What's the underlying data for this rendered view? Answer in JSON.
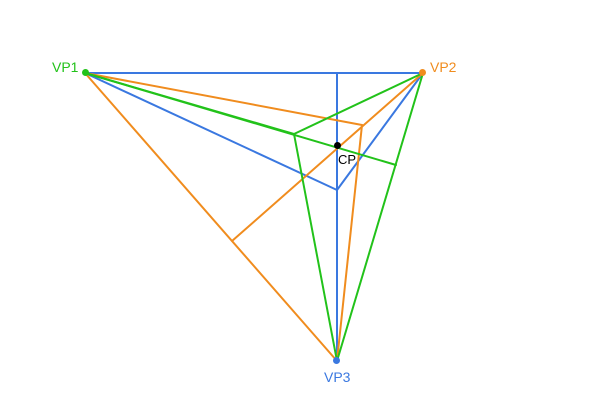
{
  "labels": {
    "vp1": "VP1",
    "vp2": "VP2",
    "vp3": "VP3",
    "cp": "CP"
  },
  "colors": {
    "blue": "#3a78e0",
    "green": "#22c21a",
    "orange": "#f08c1e",
    "black": "#000000"
  }
}
